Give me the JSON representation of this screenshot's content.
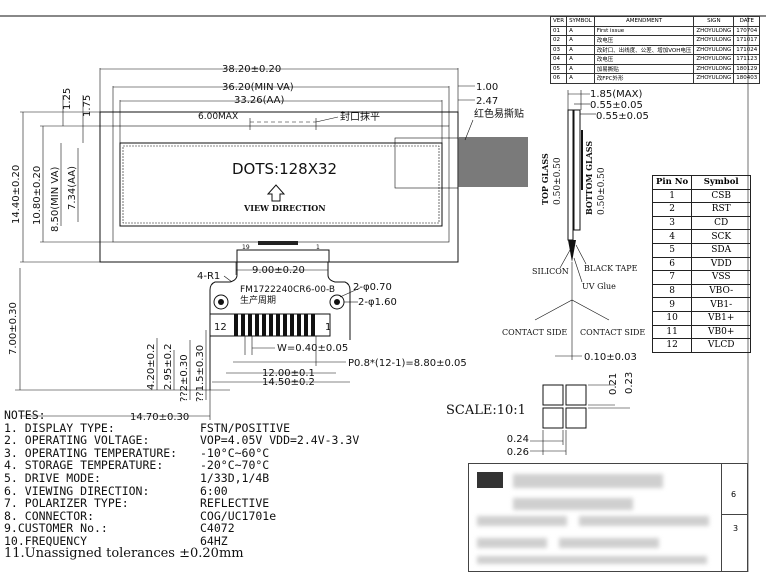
{
  "revision_table": {
    "headers": [
      "VER",
      "SYMBOL",
      "AMENDMENT",
      "SIGN",
      "DATE"
    ],
    "rows": [
      [
        "01",
        "A",
        "First issue",
        "ZHOYULONG",
        "170704"
      ],
      [
        "02",
        "A",
        "改电压",
        "ZHOYULONG",
        "171017"
      ],
      [
        "03",
        "A",
        "改封口、出线度、公差、增加VOH电压",
        "ZHOYULONG",
        "171024"
      ],
      [
        "04",
        "A",
        "改电压",
        "ZHOYULONG",
        "171123"
      ],
      [
        "05",
        "A",
        "加易撕贴",
        "ZHOYULONG",
        "180129"
      ],
      [
        "06",
        "A",
        "改FPC外形",
        "ZHOYULONG",
        "180403"
      ]
    ]
  },
  "front_view": {
    "dots_text": "DOTS:128X32",
    "view_direction": "VIEW DIRECTION",
    "dim_outer_width": "38.20±0.20",
    "dim_va_width": "36.20(MIN VA)",
    "dim_aa_width": "33.26(AA)",
    "dim_seal": "6.00MAX",
    "seal_label": "封口抹平",
    "dim_1_00": "1.00",
    "dim_2_47": "2.47",
    "easy_tear_label": "红色易撕贴",
    "dim_1_25": "1.25",
    "dim_1_75": "1.75",
    "dim_height": "14.40±0.20",
    "dim_va_height": "10.80±0.20",
    "dim_min_va_height": "8.50(MIN VA)",
    "dim_aa_height": "7.34(AA)",
    "dim_7_00": "7.00±0.30",
    "pin_19": "19",
    "pin_1": "1",
    "dim_9_00": "9.00±0.20",
    "dim_r1": "4-R1",
    "fpc_label": "FM1722240CR6-00-B",
    "date_label": "生产周期",
    "dim_hole_070": "2-φ0.70",
    "dim_hole_160": "2-φ1.60",
    "fpc_pin_12": "12",
    "fpc_pin_1": "1",
    "dim_w": "W=0.40±0.05",
    "dim_pitch": "P0.8*(12-1)=8.80±0.05",
    "dim_12_00": "12.00±0.1",
    "dim_14_50": "14.50±0.2",
    "dim_14_70": "14.70±0.30",
    "dim_4_20": "4.20±0.2",
    "dim_2_95": "2.95±0.2",
    "dim_2_2": "??2±0.30",
    "dim_1_5": "??1.5±0.30"
  },
  "side_view": {
    "dim_1_85": "1.85(MAX)",
    "dim_055a": "0.55±0.05",
    "dim_055b": "0.55±0.05",
    "top_glass": "TOP GLASS",
    "top_glass_dim": "0.50±0.50",
    "bottom_glass": "BOTTOM GLASS",
    "bottom_glass_dim": "0.50±0.50",
    "silicon": "SILICON",
    "black_tape": "BLACK TAPE",
    "uv_glue": "UV Glue",
    "contact_side_l": "CONTACT SIDE",
    "contact_side_r": "CONTACT SIDE",
    "dim_010": "0.10±0.03"
  },
  "pin_table": {
    "headers": [
      "Pin No",
      "Symbol"
    ],
    "rows": [
      [
        "1",
        "CSB"
      ],
      [
        "2",
        "RST"
      ],
      [
        "3",
        "CD"
      ],
      [
        "4",
        "SCK"
      ],
      [
        "5",
        "SDA"
      ],
      [
        "6",
        "VDD"
      ],
      [
        "7",
        "VSS"
      ],
      [
        "8",
        "VBO-"
      ],
      [
        "9",
        "VB1-"
      ],
      [
        "10",
        "VB1+"
      ],
      [
        "11",
        "VB0+"
      ],
      [
        "12",
        "VLCD"
      ]
    ]
  },
  "pixel_detail": {
    "scale": "SCALE:10:1",
    "dim_021": "0.21",
    "dim_023": "0.23",
    "dim_024": "0.24",
    "dim_026": "0.26"
  },
  "notes": {
    "title": "NOTES:",
    "items": [
      {
        "label": " 1. DISPLAY TYPE:",
        "value": "FSTN/POSITIVE"
      },
      {
        "label": " 2. OPERATING VOLTAGE:",
        "value": "VOP=4.05V  VDD=2.4V-3.3V"
      },
      {
        "label": " 3. OPERATING TEMPERATURE:",
        "value": "-10°C~60°C"
      },
      {
        "label": " 4. STORAGE TEMPERATURE:",
        "value": "-20°C~70°C"
      },
      {
        "label": " 5. DRIVE MODE:",
        "value": "1/33D,1/4B"
      },
      {
        "label": " 6. VIEWING DIRECTION:",
        "value": "6:00"
      },
      {
        "label": " 7. POLARIZER TYPE:",
        "value": "REFLECTIVE"
      },
      {
        "label": " 8. CONNECTOR:",
        "value": "COG/UC1701e"
      },
      {
        "label": " 9.CUSTOMER No.:",
        "value": "C4072"
      },
      {
        "label": "10.FREQUENCY",
        "value": "64HZ"
      }
    ],
    "last": "11.Unassigned tolerances ±0.20mm"
  },
  "title_block": {
    "cell_6": "6",
    "cell_3": "3"
  }
}
